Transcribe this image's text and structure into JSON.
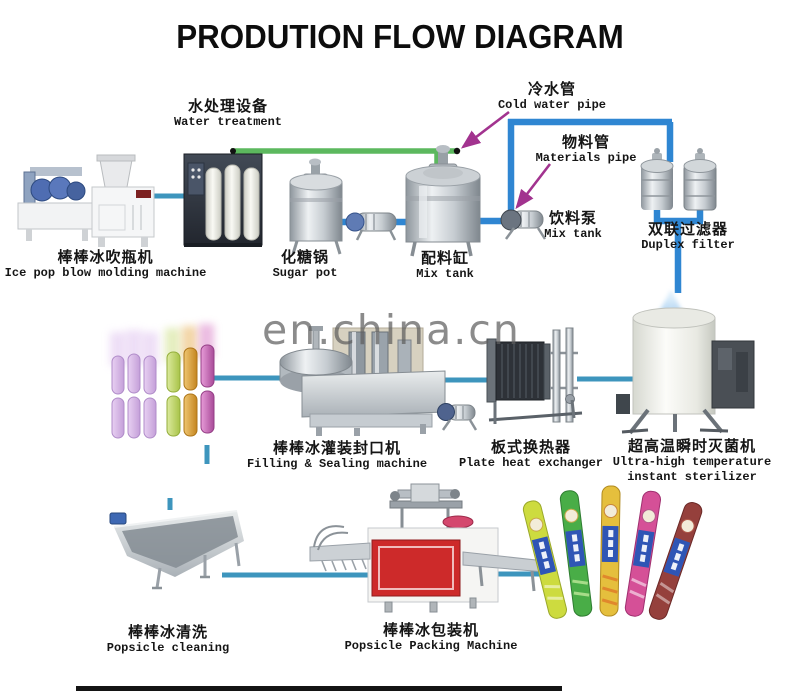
{
  "title": "PRODUTION FLOW DIAGRAM",
  "watermark": "en.china.cn",
  "colors": {
    "pipe_teal": "#3d95bd",
    "pipe_green": "#5cb85e",
    "pipe_blue": "#2f86d2",
    "arrow_magenta": "#a2338f",
    "red_cabinet": "#cd2a2a"
  },
  "labels": {
    "water_treatment": {
      "zh": "水处理设备",
      "en": "Water treatment"
    },
    "cold_water_pipe": {
      "zh": "冷水管",
      "en": "Cold water pipe"
    },
    "materials_pipe": {
      "zh": "物料管",
      "en": "Materials pipe"
    },
    "beverage_pump": {
      "zh": "饮料泵",
      "en": "Mix tank"
    },
    "duplex_filter": {
      "zh": "双联过滤器",
      "en": "Duplex filter"
    },
    "blow_molding": {
      "zh": "棒棒冰吹瓶机",
      "en": "Ice pop blow molding machine"
    },
    "sugar_pot": {
      "zh": "化糖锅",
      "en": "Sugar pot"
    },
    "mix_tank": {
      "zh": "配料缸",
      "en": "Mix tank"
    },
    "filling_sealing": {
      "zh": "棒棒冰灌装封口机",
      "en": "Filling & Sealing machine"
    },
    "plate_heat_exchanger": {
      "zh": "板式换热器",
      "en": "Plate heat exchanger"
    },
    "sterilizer": {
      "zh": "超高温瞬时灭菌机",
      "en": "Ultra-high temperature",
      "en2": "instant sterilizer"
    },
    "popsicle_cleaning": {
      "zh": "棒棒冰清洗",
      "en": "Popsicle cleaning"
    },
    "packing_machine": {
      "zh": "棒棒冰包装机",
      "en": "Popsicle Packing Machine"
    }
  }
}
